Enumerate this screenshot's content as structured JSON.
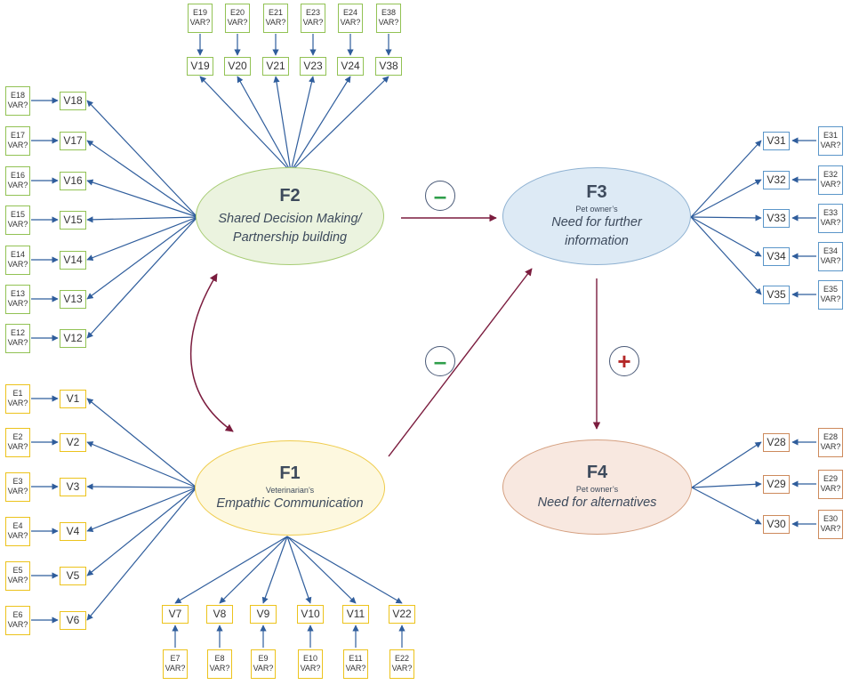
{
  "factors": {
    "F1": {
      "name": "F1",
      "owner": "Veterinarian’s",
      "desc_lines": [
        "Empathic Communication"
      ],
      "color": "yellow"
    },
    "F2": {
      "name": "F2",
      "owner": "",
      "desc_lines": [
        "Shared Decision Making/",
        "Partnership building"
      ],
      "color": "green"
    },
    "F3": {
      "name": "F3",
      "owner": "Pet owner’s",
      "desc_lines": [
        "Need for further",
        "information"
      ],
      "color": "blue"
    },
    "F4": {
      "name": "F4",
      "owner": "Pet owner’s",
      "desc_lines": [
        "Need for alternatives"
      ],
      "color": "orange"
    }
  },
  "indicators": {
    "F2_top": [
      {
        "v": "V19",
        "e": "E19",
        "evar": "VAR?"
      },
      {
        "v": "V20",
        "e": "E20",
        "evar": "VAR?"
      },
      {
        "v": "V21",
        "e": "E21",
        "evar": "VAR?"
      },
      {
        "v": "V23",
        "e": "E23",
        "evar": "VAR?"
      },
      {
        "v": "V24",
        "e": "E24",
        "evar": "VAR?"
      },
      {
        "v": "V38",
        "e": "E38",
        "evar": "VAR?"
      }
    ],
    "F2_left": [
      {
        "v": "V18",
        "e": "E18",
        "evar": "VAR?"
      },
      {
        "v": "V17",
        "e": "E17",
        "evar": "VAR?"
      },
      {
        "v": "V16",
        "e": "E16",
        "evar": "VAR?"
      },
      {
        "v": "V15",
        "e": "E15",
        "evar": "VAR?"
      },
      {
        "v": "V14",
        "e": "E14",
        "evar": "VAR?"
      },
      {
        "v": "V13",
        "e": "E13",
        "evar": "VAR?"
      },
      {
        "v": "V12",
        "e": "E12",
        "evar": "VAR?"
      }
    ],
    "F1_left": [
      {
        "v": "V1",
        "e": "E1",
        "evar": "VAR?"
      },
      {
        "v": "V2",
        "e": "E2",
        "evar": "VAR?"
      },
      {
        "v": "V3",
        "e": "E3",
        "evar": "VAR?"
      },
      {
        "v": "V4",
        "e": "E4",
        "evar": "VAR?"
      },
      {
        "v": "V5",
        "e": "E5",
        "evar": "VAR?"
      },
      {
        "v": "V6",
        "e": "E6",
        "evar": "VAR?"
      }
    ],
    "F1_bottom": [
      {
        "v": "V7",
        "e": "E7",
        "evar": "VAR?"
      },
      {
        "v": "V8",
        "e": "E8",
        "evar": "VAR?"
      },
      {
        "v": "V9",
        "e": "E9",
        "evar": "VAR?"
      },
      {
        "v": "V10",
        "e": "E10",
        "evar": "VAR?"
      },
      {
        "v": "V11",
        "e": "E11",
        "evar": "VAR?"
      },
      {
        "v": "V22",
        "e": "E22",
        "evar": "VAR?"
      }
    ],
    "F3_right": [
      {
        "v": "V31",
        "e": "E31",
        "evar": "VAR?"
      },
      {
        "v": "V32",
        "e": "E32",
        "evar": "VAR?"
      },
      {
        "v": "V33",
        "e": "E33",
        "evar": "VAR?"
      },
      {
        "v": "V34",
        "e": "E34",
        "evar": "VAR?"
      },
      {
        "v": "V35",
        "e": "E35",
        "evar": "VAR?"
      }
    ],
    "F4_right": [
      {
        "v": "V28",
        "e": "E28",
        "evar": "VAR?"
      },
      {
        "v": "V29",
        "e": "E29",
        "evar": "VAR?"
      },
      {
        "v": "V30",
        "e": "E30",
        "evar": "VAR?"
      }
    ]
  },
  "relations": [
    {
      "from": "F2",
      "to": "F3",
      "sign": "–",
      "sign_color": "#2e9e4a"
    },
    {
      "from": "F1",
      "to": "F3",
      "sign": "–",
      "sign_color": "#2e9e4a"
    },
    {
      "from": "F3",
      "to": "F4",
      "sign": "+",
      "sign_color": "#b42828"
    },
    {
      "from": "F2",
      "to": "F1",
      "sign": "",
      "sign_color": "",
      "type": "covariance"
    }
  ],
  "colors": {
    "green": "#92c254",
    "yellow": "#ecc31c",
    "blue": "#5b96c9",
    "orange": "#cd8a5c",
    "loading_arrow": "#2f5d9c",
    "structural_arrow": "#7b1c3e"
  }
}
